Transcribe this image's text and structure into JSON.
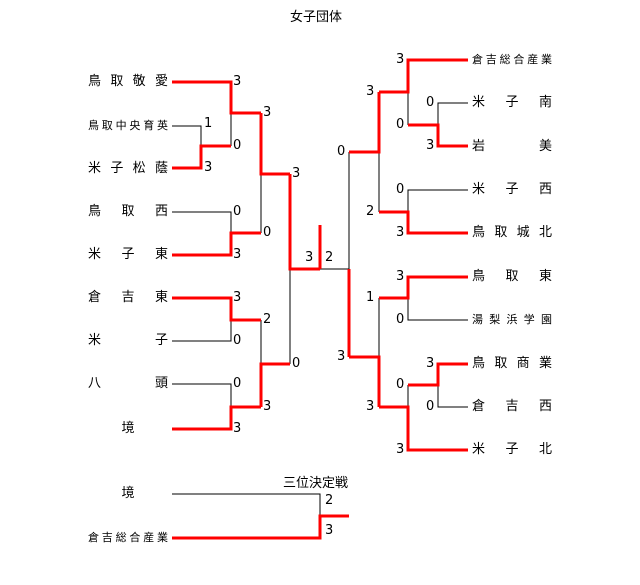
{
  "title": "女子団体",
  "third_place_title": "三位決定戦",
  "left_teams": [
    "鳥取敬愛",
    "鳥取中央育英",
    "米子松蔭",
    "鳥取西",
    "米子東",
    "倉吉東",
    "米子",
    "八頭",
    "境"
  ],
  "right_teams": [
    "倉吉総合産業",
    "米子南",
    "岩美",
    "米子西",
    "鳥取城北",
    "鳥取東",
    "湯梨浜学園",
    "鳥取商業",
    "倉吉西",
    "米子北"
  ],
  "third_place_teams": [
    "境",
    "倉吉総合産業"
  ],
  "colors": {
    "winner_line": "#ff0000",
    "loser_line": "#000000"
  },
  "scores": {
    "L_r1_chuo": "1",
    "L_r1_shoin": "3",
    "L_r2_keiai": "3",
    "L_r2_shoin": "0",
    "L_r2_nishi": "0",
    "L_r2_higashi": "3",
    "L_r2_kurayoshihigashi": "3",
    "L_r2_yonago": "0",
    "L_r2_yazu": "0",
    "L_r2_sakai": "3",
    "L_r3_upper": "3",
    "L_r3_lower": "0",
    "L_r3b_upper": "2",
    "L_r3b_lower": "3",
    "L_sf_upper": "3",
    "L_sf_lower": "0",
    "final_left": "3",
    "final_right": "2",
    "R_r1_minami": "0",
    "R_r1_iwami": "3",
    "R_r2_sogo": "3",
    "R_r2_iwami": "0",
    "R_r2_nishi": "0",
    "R_r2_johoku": "3",
    "R_r2_tottorihigashi": "3",
    "R_r2_yurihama": "0",
    "R_r1_shogyo": "3",
    "R_r1_kurayoshinishi": "0",
    "R_r2_shogyo": "0",
    "R_r2_kita": "3",
    "R_r3_upper": "3",
    "R_r3_lower": "2",
    "R_r3b_upper": "1",
    "R_r3b_lower": "3",
    "R_sf_upper": "0",
    "R_sf_lower": "3",
    "third_upper": "2",
    "third_lower": "3"
  }
}
